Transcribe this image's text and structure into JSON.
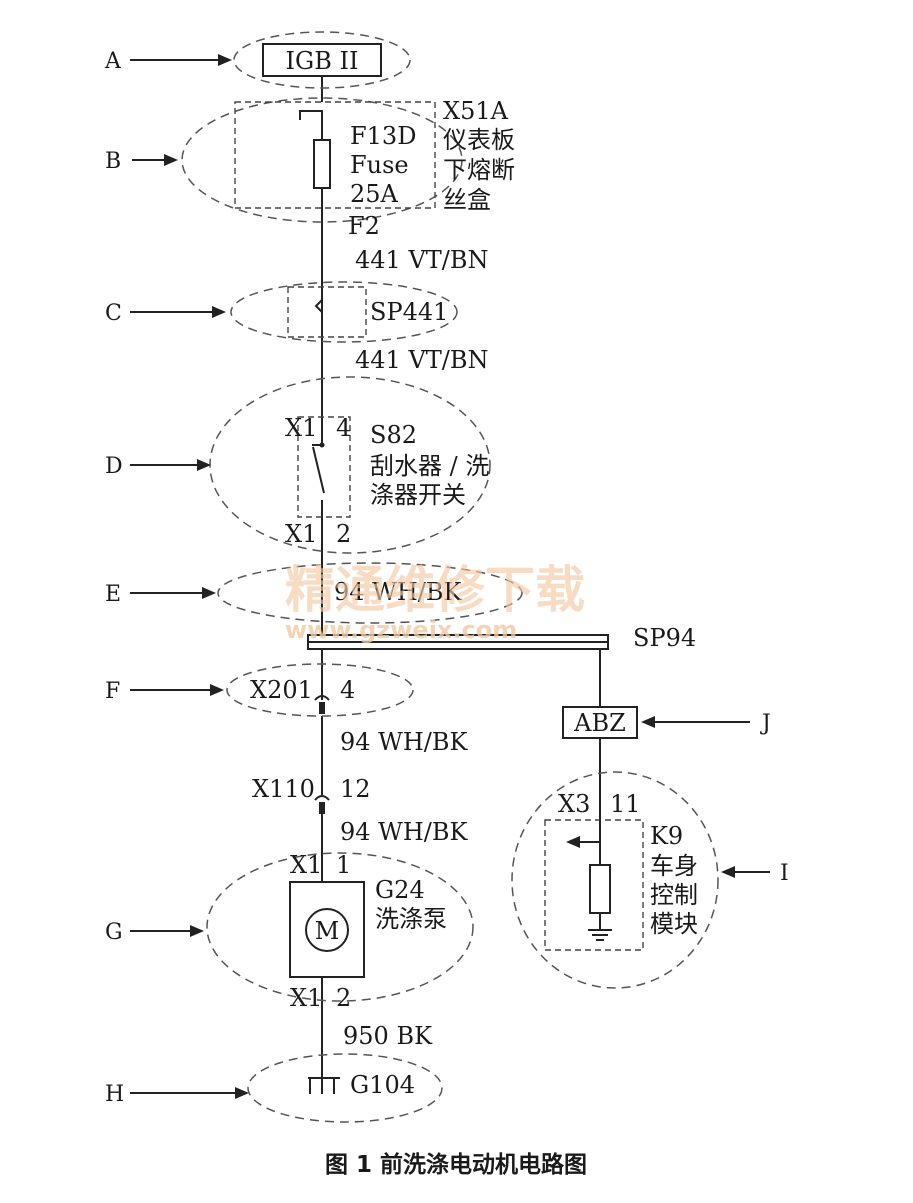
{
  "callouts": {
    "A": "A",
    "B": "B",
    "C": "C",
    "D": "D",
    "E": "E",
    "F": "F",
    "G": "G",
    "H": "H",
    "I": "I",
    "J": "J"
  },
  "igb": {
    "label": "IGB II"
  },
  "fuse_block": {
    "connector": "X51A",
    "location": [
      "仪表板",
      "下熔断",
      "丝盒"
    ],
    "fuse": [
      "F13D",
      "Fuse",
      "25A"
    ],
    "pin": "F2"
  },
  "wire_441_top": "441 VT/BN",
  "splice_441": "SP441",
  "wire_441_bottom": "441 VT/BN",
  "switch": {
    "pin_top_connector": "X1",
    "pin_top_num": "4",
    "id": "S82",
    "name": [
      "刮水器 / 洗",
      "涤器开关"
    ],
    "pin_bottom_connector": "X1",
    "pin_bottom_num": "2"
  },
  "wire_94_top": "94 WH/BK",
  "splice_94": "SP94",
  "x201": {
    "connector": "X201",
    "pin": "4"
  },
  "wire_94_mid": "94 WH/BK",
  "x110": {
    "connector": "X110",
    "pin": "12"
  },
  "wire_94_low": "94 WH/BK",
  "abz": "ABZ",
  "pump": {
    "pin_top_connector": "X1",
    "pin_top_num": "1",
    "id": "G24",
    "name": "洗涤泵",
    "motor": "M",
    "pin_bottom_connector": "X1",
    "pin_bottom_num": "2"
  },
  "wire_950": "950 BK",
  "ground": "G104",
  "bcm": {
    "connector": "X3",
    "pin": "11",
    "id": "K9",
    "name": [
      "车身",
      "控制",
      "模块"
    ]
  },
  "watermark": {
    "cn": "精通维修下载",
    "url": "www.gzweix.com"
  },
  "caption": "图 1   前洗涤电动机电路图"
}
